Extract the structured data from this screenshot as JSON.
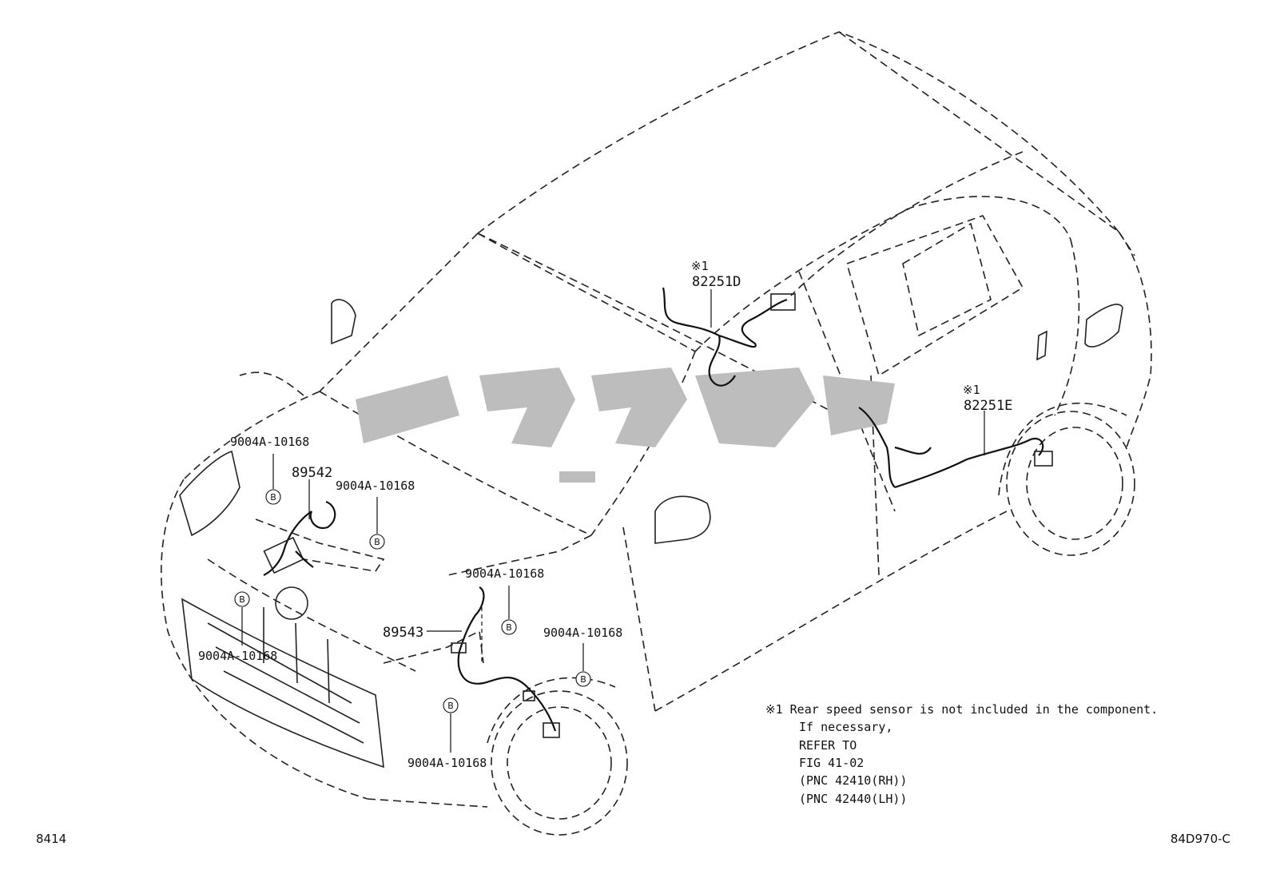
{
  "labels": {
    "clip_a": "9004A-10168",
    "clip_b": "9004A-10168",
    "clip_c": "9004A-10168",
    "clip_d": "9004A-10168",
    "clip_e": "9004A-10168",
    "clip_f": "9004A-10168",
    "part_89542": "89542",
    "part_89543": "89543",
    "part_82251d": "82251D",
    "part_82251e": "82251E",
    "note_mark_d": "※1",
    "note_mark_e": "※1",
    "clip_letter": "B"
  },
  "footnote": {
    "line1": "※1 Rear speed sensor is not included in the component.",
    "line2": "If necessary,",
    "line3": "REFER TO",
    "line4": "FIG 41-02",
    "line5": "(PNC 42410(RH))",
    "line6": "(PNC 42440(LH))"
  },
  "corner": {
    "left": "8414",
    "right": "84D970-C"
  }
}
